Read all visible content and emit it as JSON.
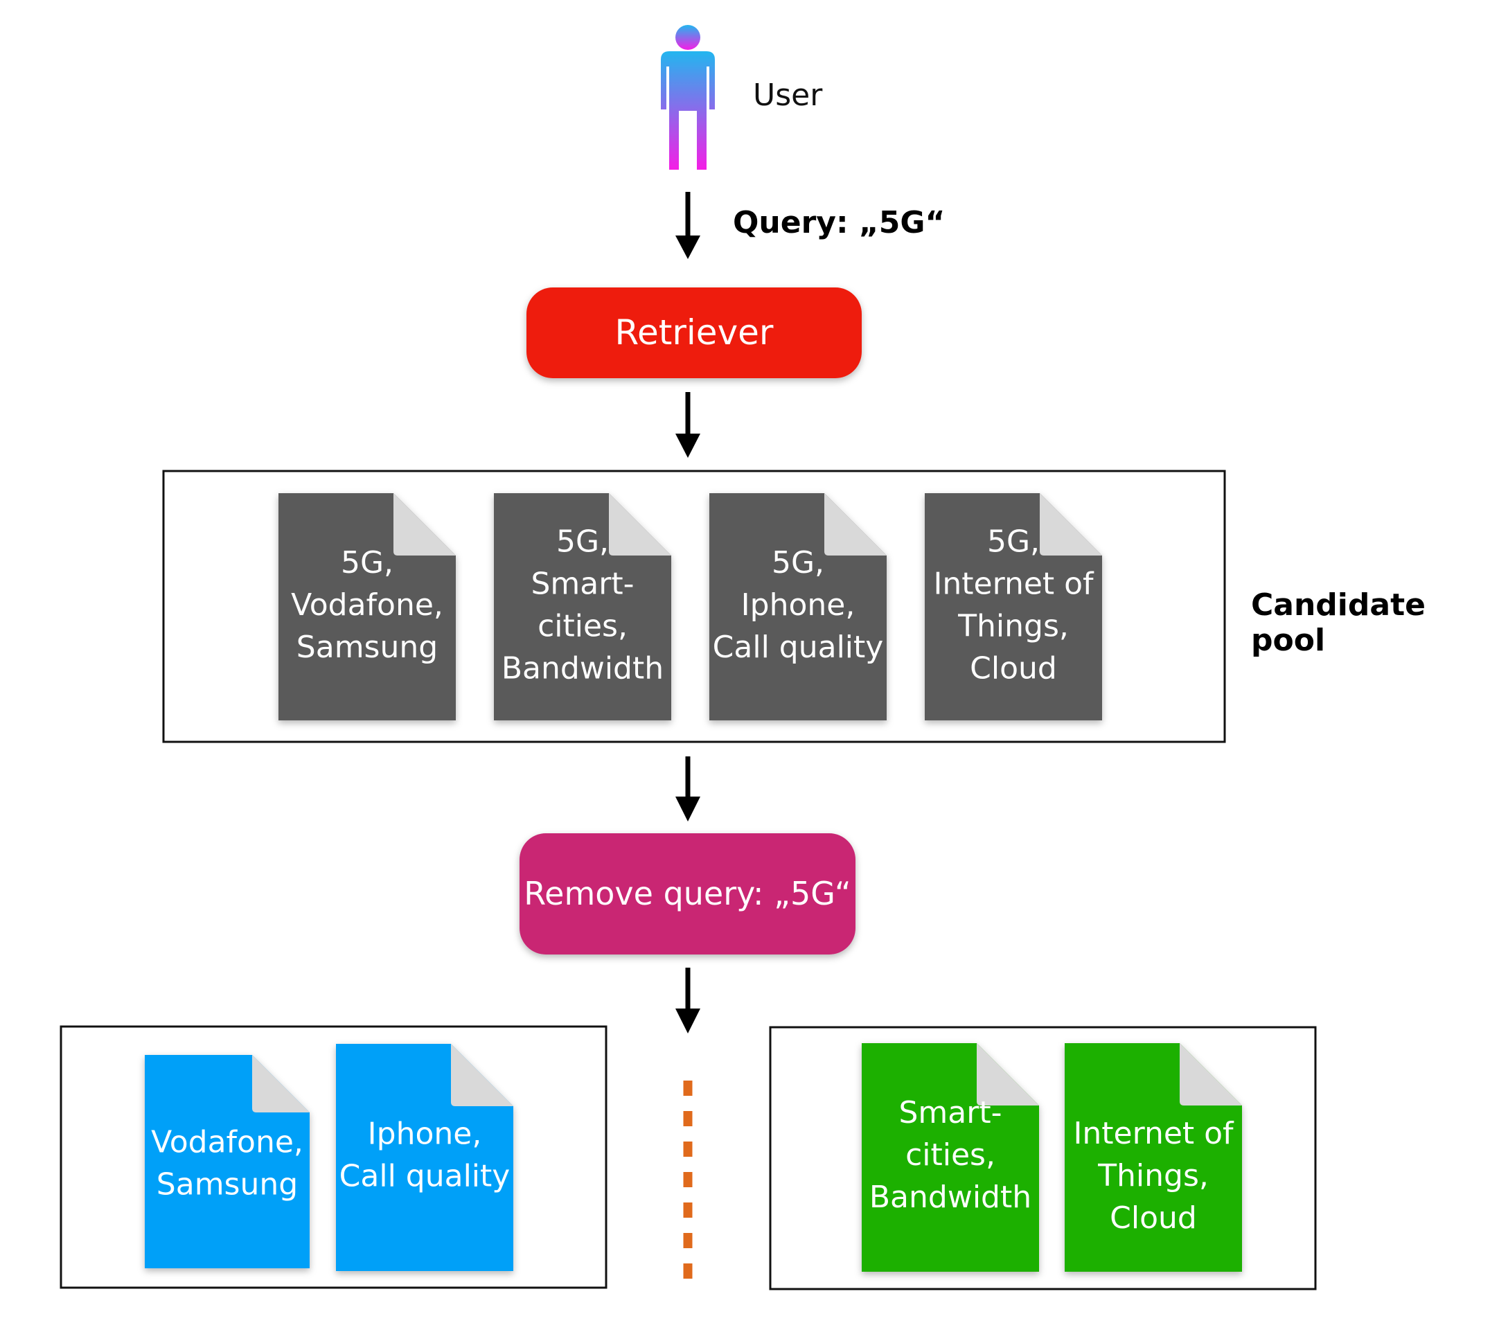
{
  "user": {
    "label": "User",
    "icon": "person-icon"
  },
  "query_label": "Query: „5G“",
  "retriever": {
    "label": "Retriever",
    "color": "#ee1d0f"
  },
  "candidate_pool": {
    "label": "Candidate pool",
    "doc_color": "#5a5a5a",
    "docs": [
      {
        "lines": [
          "5G,",
          "Vodafone,",
          "Samsung"
        ]
      },
      {
        "lines": [
          "5G,",
          "Smart-",
          "cities,",
          "Bandwidth"
        ]
      },
      {
        "lines": [
          "5G,",
          "Iphone,",
          "Call quality"
        ]
      },
      {
        "lines": [
          "5G,",
          "Internet of",
          "Things,",
          "Cloud"
        ]
      }
    ]
  },
  "remove_query": {
    "label": "Remove query: „5G“",
    "color": "#c92573"
  },
  "cluster_left": {
    "doc_color": "#00a0f8",
    "docs": [
      {
        "lines": [
          "Vodafone,",
          "Samsung"
        ]
      },
      {
        "lines": [
          "Iphone,",
          "Call quality"
        ]
      }
    ]
  },
  "cluster_right": {
    "doc_color": "#1eb000",
    "docs": [
      {
        "lines": [
          "Smart-",
          "cities,",
          "Bandwidth"
        ]
      },
      {
        "lines": [
          "Internet of",
          "Things,",
          "Cloud"
        ]
      }
    ]
  },
  "separator_color": "#e06a1c"
}
